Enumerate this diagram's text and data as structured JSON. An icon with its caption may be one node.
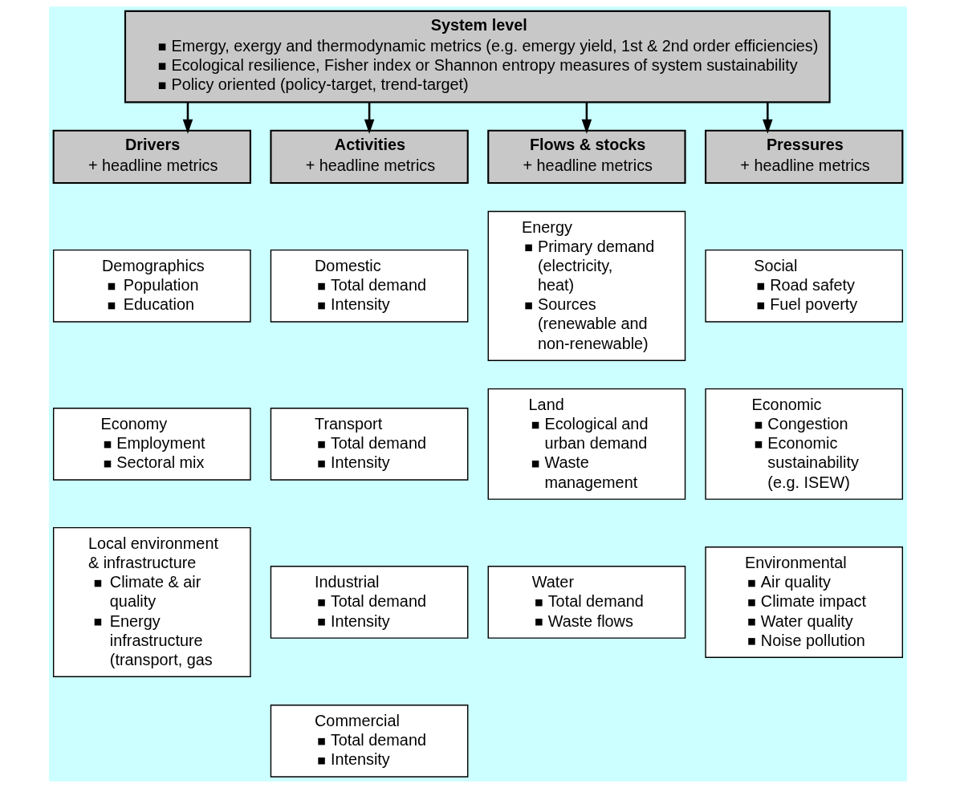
{
  "diagram": {
    "nodes": [
      {
        "text": [
          "System level",
          "Emergy, exergy and thermodynamic metrics (e.g. emergy yield, 1st & 2nd order efficiencies)",
          "Ecological resilience, Fisher index or Shannon entropy measures of system sustainability",
          "Policy oriented (policy-target, trend-target)"
        ]
      },
      {
        "text": [
          "Drivers",
          "+ headline metrics"
        ]
      },
      {
        "text": [
          "Activities",
          "+ headline metrics"
        ]
      },
      {
        "text": [
          "Flows & stocks",
          "+ headline metrics"
        ]
      },
      {
        "text": [
          "Pressures",
          "+ headline metrics"
        ]
      },
      {
        "text": [
          "Demographics",
          "Population",
          "Education"
        ]
      },
      {
        "text": [
          "Economy",
          "Employment",
          "Sectoral mix"
        ]
      },
      {
        "text": [
          "Local environment & infrastructure",
          "Climate & air quality",
          "Energy infrastructure (transport, gas"
        ]
      },
      {
        "text": [
          "Domestic",
          "Total demand",
          "Intensity"
        ]
      },
      {
        "text": [
          "Transport",
          "Total demand",
          "Intensity"
        ]
      },
      {
        "text": [
          "Industrial",
          "Total demand",
          "Intensity"
        ]
      },
      {
        "text": [
          "Commercial",
          "Total demand",
          "Intensity"
        ]
      },
      {
        "text": [
          "Energy",
          "Primary demand (electricity, heat)",
          "Sources (renewable and non-renewable)"
        ]
      },
      {
        "text": [
          "Land",
          "Ecological and urban demand",
          "Waste management"
        ]
      },
      {
        "text": [
          "Water",
          "Total demand",
          "Waste flows"
        ]
      },
      {
        "text": [
          "Social",
          "Road safety",
          "Fuel poverty"
        ]
      },
      {
        "text": [
          "Economic",
          "Congestion",
          "Economic sustainability (e.g. ISEW)"
        ]
      },
      {
        "text": [
          "Environmental",
          "Air quality",
          "Climate impact",
          "Water quality",
          "Noise pollution"
        ]
      }
    ],
    "edges": [
      {
        "from": 0,
        "to": 1,
        "arrow": "to"
      },
      {
        "from": 0,
        "to": 2,
        "arrow": "to"
      },
      {
        "from": 0,
        "to": 3,
        "arrow": "to"
      },
      {
        "from": 0,
        "to": 4,
        "arrow": "to"
      }
    ]
  }
}
